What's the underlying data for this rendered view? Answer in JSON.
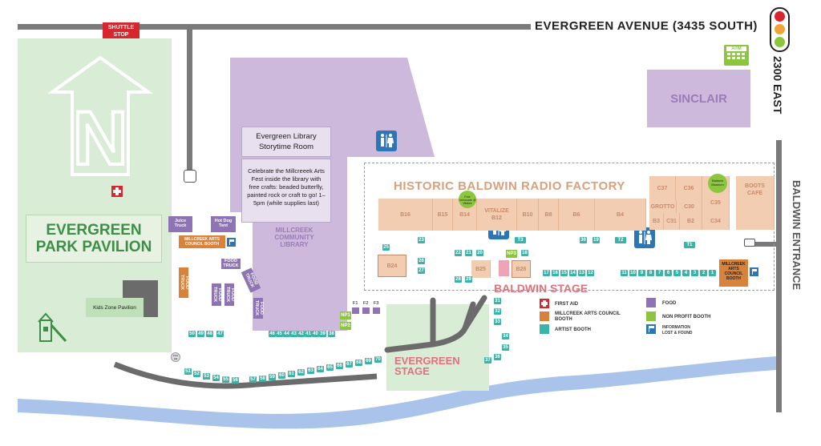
{
  "streets": {
    "evergreen": "EVERGREEN AVENUE (3435 SOUTH)",
    "east": "2300 EAST",
    "baldwin_entrance": "BALDWIN ENTRANCE"
  },
  "shuttle_stop": "SHUTTLE\nSTOP",
  "atm": "ATM",
  "sinclair": "SINCLAIR",
  "pavilion": "EVERGREEN\nPARK PAVILION",
  "kids_zone": "Kids Zone Pavilion",
  "juice_truck": "Juice\nTruck",
  "hot_dog_tent": "Hot Dog\nTent",
  "arts_council_booth_left": "MILLCREEK ARTS\nCOUNCIL BOOTH",
  "arts_council_booth_right": "MILLCREEK\nARTS\nCOUNCIL\nBOOTH",
  "food_truck": "FOOD\nTRUCK",
  "library": {
    "name": "MILLCREEK\nCOMMUNITY\nLIBRARY",
    "storytime": "Evergreen Library\nStorytime Room",
    "note": "Celebrate the Millcreeek Arts Fest inside the library with free crafts: beaded butterfly, painted rock or craft to go! 1–5pm (while supplies last)"
  },
  "factory": {
    "title": "HISTORIC BALDWIN RADIO FACTORY",
    "vitalize": "VITALIZE\nB12",
    "free_lemonade": "Free\nLemonade @\nVitalize",
    "baldwin_museum": "Baldwin\nMuseum",
    "boots_cafe": "BOOTS\nCAFE",
    "grotto": "GROTTO",
    "booths": [
      "B16",
      "B15",
      "B14",
      "B10",
      "B8",
      "B6",
      "B4",
      "B3",
      "C31",
      "B2",
      "C34",
      "C37",
      "C36",
      "C35",
      "C30",
      "B24",
      "B25",
      "B26"
    ]
  },
  "baldwin_stage": "BALDWIN STAGE",
  "evergreen_stage": "EVERGREEN\nSTAGE",
  "small_labels": {
    "first_aid_small": "First\nAid",
    "f1": "F1",
    "f2": "F2",
    "f3": "F3",
    "np1": "NP1",
    "np2": "NP2",
    "np3": "NP3",
    "t1": "T1",
    "t2": "T2",
    "t3": "T3"
  },
  "legend": {
    "first_aid": "FIRST AID",
    "arts_council": "MILLCREEK ARTS COUNCIL\nBOOTH",
    "artist": "ARTIST BOOTH",
    "food": "FOOD",
    "nonprofit": "NON PROFIT BOOTH",
    "info": "INFORMATION\nLOST & FOUND"
  },
  "artist_booths": [
    "1",
    "2",
    "3",
    "4",
    "5",
    "6",
    "7",
    "8",
    "9",
    "10",
    "11",
    "12",
    "13",
    "14",
    "15",
    "16",
    "17",
    "18",
    "19",
    "20",
    "21",
    "22",
    "23",
    "25",
    "26",
    "27",
    "28",
    "29",
    "30",
    "31",
    "32",
    "33",
    "34",
    "35",
    "36",
    "37",
    "38",
    "39",
    "40",
    "41",
    "42",
    "43",
    "44",
    "45",
    "46",
    "47",
    "48",
    "49",
    "50",
    "51",
    "52",
    "53",
    "54",
    "55",
    "56",
    "57",
    "58",
    "59",
    "60",
    "61",
    "62",
    "63",
    "64",
    "65",
    "66",
    "67",
    "68",
    "69",
    "70"
  ],
  "colors": {
    "grass": "#d9ecd6",
    "library": "#cdb9db",
    "factory": "#f2cdb1",
    "artist": "#3ab3a8",
    "food": "#8e74b5",
    "nonprofit": "#8cc63f",
    "arts_council": "#d9823b",
    "water": "#a9c3ea",
    "road": "#7a7a7a",
    "restroom": "#2e75b6",
    "first_aid": "#d7262d"
  }
}
